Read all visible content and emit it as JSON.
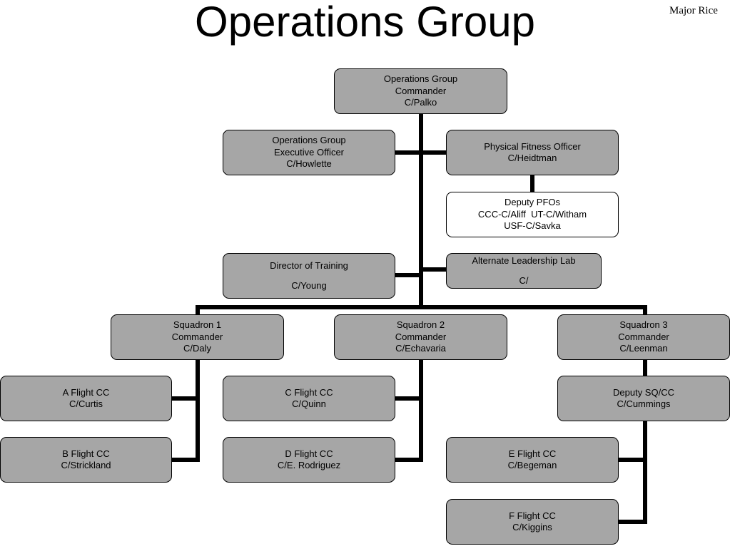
{
  "title": "Operations Group",
  "author": "Major Rice",
  "nodes": {
    "ops_group_commander": [
      "Operations Group",
      "Commander",
      "C/Palko"
    ],
    "ops_group_exec_officer": [
      "Operations Group",
      "Executive Officer",
      "C/Howlette"
    ],
    "physical_fitness_officer": [
      "Physical Fitness Officer",
      "C/Heidtman"
    ],
    "deputy_pfos": [
      "Deputy PFOs",
      "CCC-C/Aliff  UT-C/Witham",
      "USF-C/Savka"
    ],
    "director_of_training": [
      "Director of Training",
      "C/Young"
    ],
    "alternate_leadership_lab": [
      "Alternate Leadership Lab",
      "C/"
    ],
    "squadron_1_commander": [
      "Squadron 1",
      "Commander",
      "C/Daly"
    ],
    "squadron_2_commander": [
      "Squadron 2",
      "Commander",
      "C/Echavaria"
    ],
    "squadron_3_commander": [
      "Squadron 3",
      "Commander",
      "C/Leenman"
    ],
    "a_flight_cc": [
      "A Flight CC",
      "C/Curtis"
    ],
    "b_flight_cc": [
      "B Flight CC",
      "C/Strickland"
    ],
    "c_flight_cc": [
      "C Flight CC",
      "C/Quinn"
    ],
    "d_flight_cc": [
      "D Flight CC",
      "C/E. Rodriguez"
    ],
    "deputy_sq_cc": [
      "Deputy SQ/CC",
      "C/Cummings"
    ],
    "e_flight_cc": [
      "E Flight CC",
      "C/Begeman"
    ],
    "f_flight_cc": [
      "F Flight CC",
      "C/Kiggins"
    ]
  },
  "colors": {
    "box_fill": "#a6a6a6",
    "box_fill_light": "#ffffff",
    "line": "#000000"
  }
}
